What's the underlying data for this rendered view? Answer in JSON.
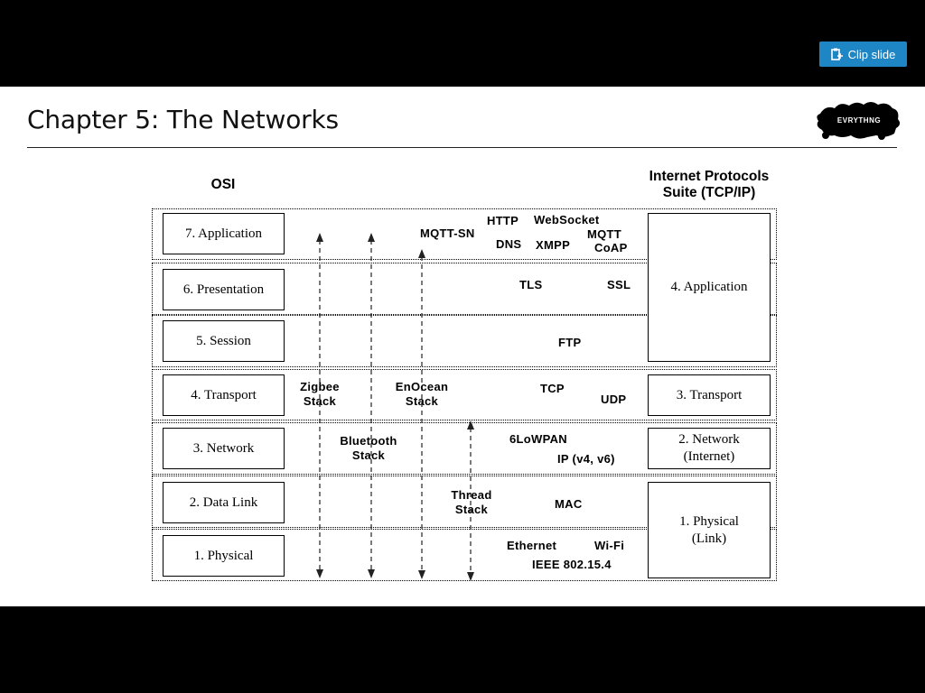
{
  "toolbar": {
    "clip_label": "Clip slide",
    "clip_icon": "clip-icon",
    "accent": "#1f86c6"
  },
  "slide": {
    "title": "Chapter 5: The Networks",
    "logo_text": "EVRYTHNG",
    "osi_header": "OSI",
    "tcp_header": "Internet Protocols Suite  (TCP/IP)",
    "osi_layers": [
      "7. Application",
      "6. Presentation",
      "5. Session",
      "4. Transport",
      "3. Network",
      "2. Data Link",
      "1. Physical"
    ],
    "tcp_layers": [
      "4. Application",
      "3. Transport",
      "2. Network\n(Internet)",
      "1. Physical\n(Link)"
    ],
    "stacks": [
      "Zigbee\nStack",
      "Bluetooth\nStack",
      "EnOcean\nStack",
      "Thread\nStack"
    ],
    "protocols": {
      "mqtt_sn": "MQTT-SN",
      "http": "HTTP",
      "websocket": "WebSocket",
      "dns": "DNS",
      "xmpp": "XMPP",
      "mqtt": "MQTT",
      "coap": "CoAP",
      "tls": "TLS",
      "ssl": "SSL",
      "ftp": "FTP",
      "tcp": "TCP",
      "udp": "UDP",
      "lowpan": "6LoWPAN",
      "ip": "IP (v4, v6)",
      "mac": "MAC",
      "ethernet": "Ethernet",
      "wifi": "Wi-Fi",
      "ieee": "IEEE 802.15.4"
    }
  }
}
